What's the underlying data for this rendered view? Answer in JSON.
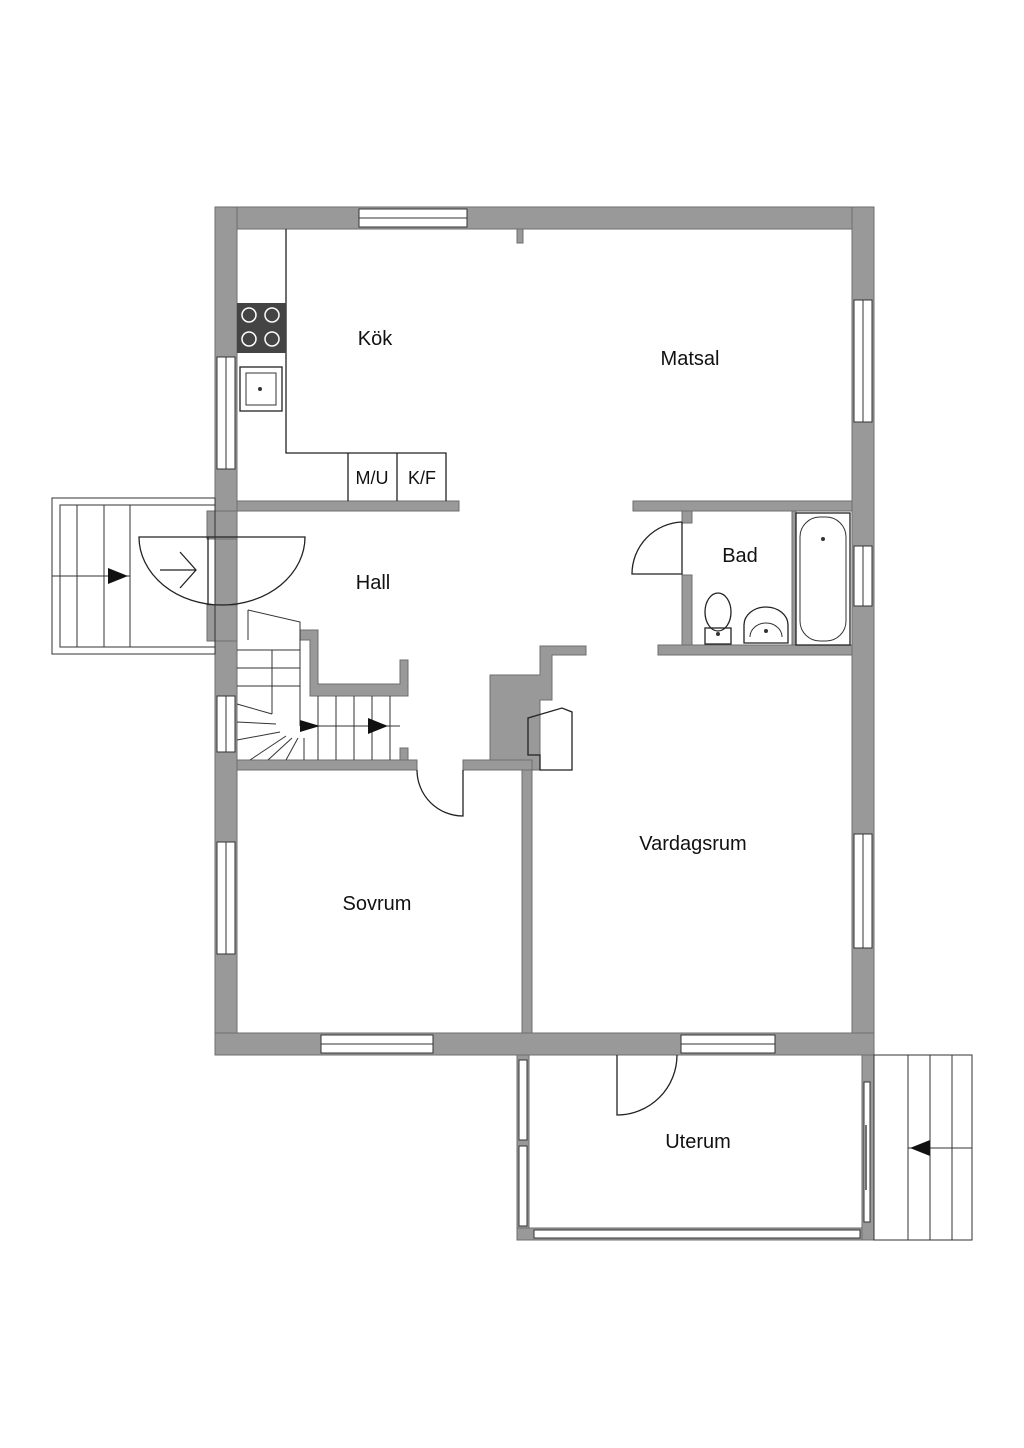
{
  "rooms": {
    "kok": "Kök",
    "matsal": "Matsal",
    "hall": "Hall",
    "bad": "Bad",
    "vardagsrum": "Vardagsrum",
    "sovrum": "Sovrum",
    "uterum": "Uterum"
  },
  "appliances": {
    "microwave": "M/U",
    "fridge": "K/F"
  },
  "colors": {
    "wall": "#999999",
    "stroke": "#222222",
    "background": "#ffffff"
  }
}
